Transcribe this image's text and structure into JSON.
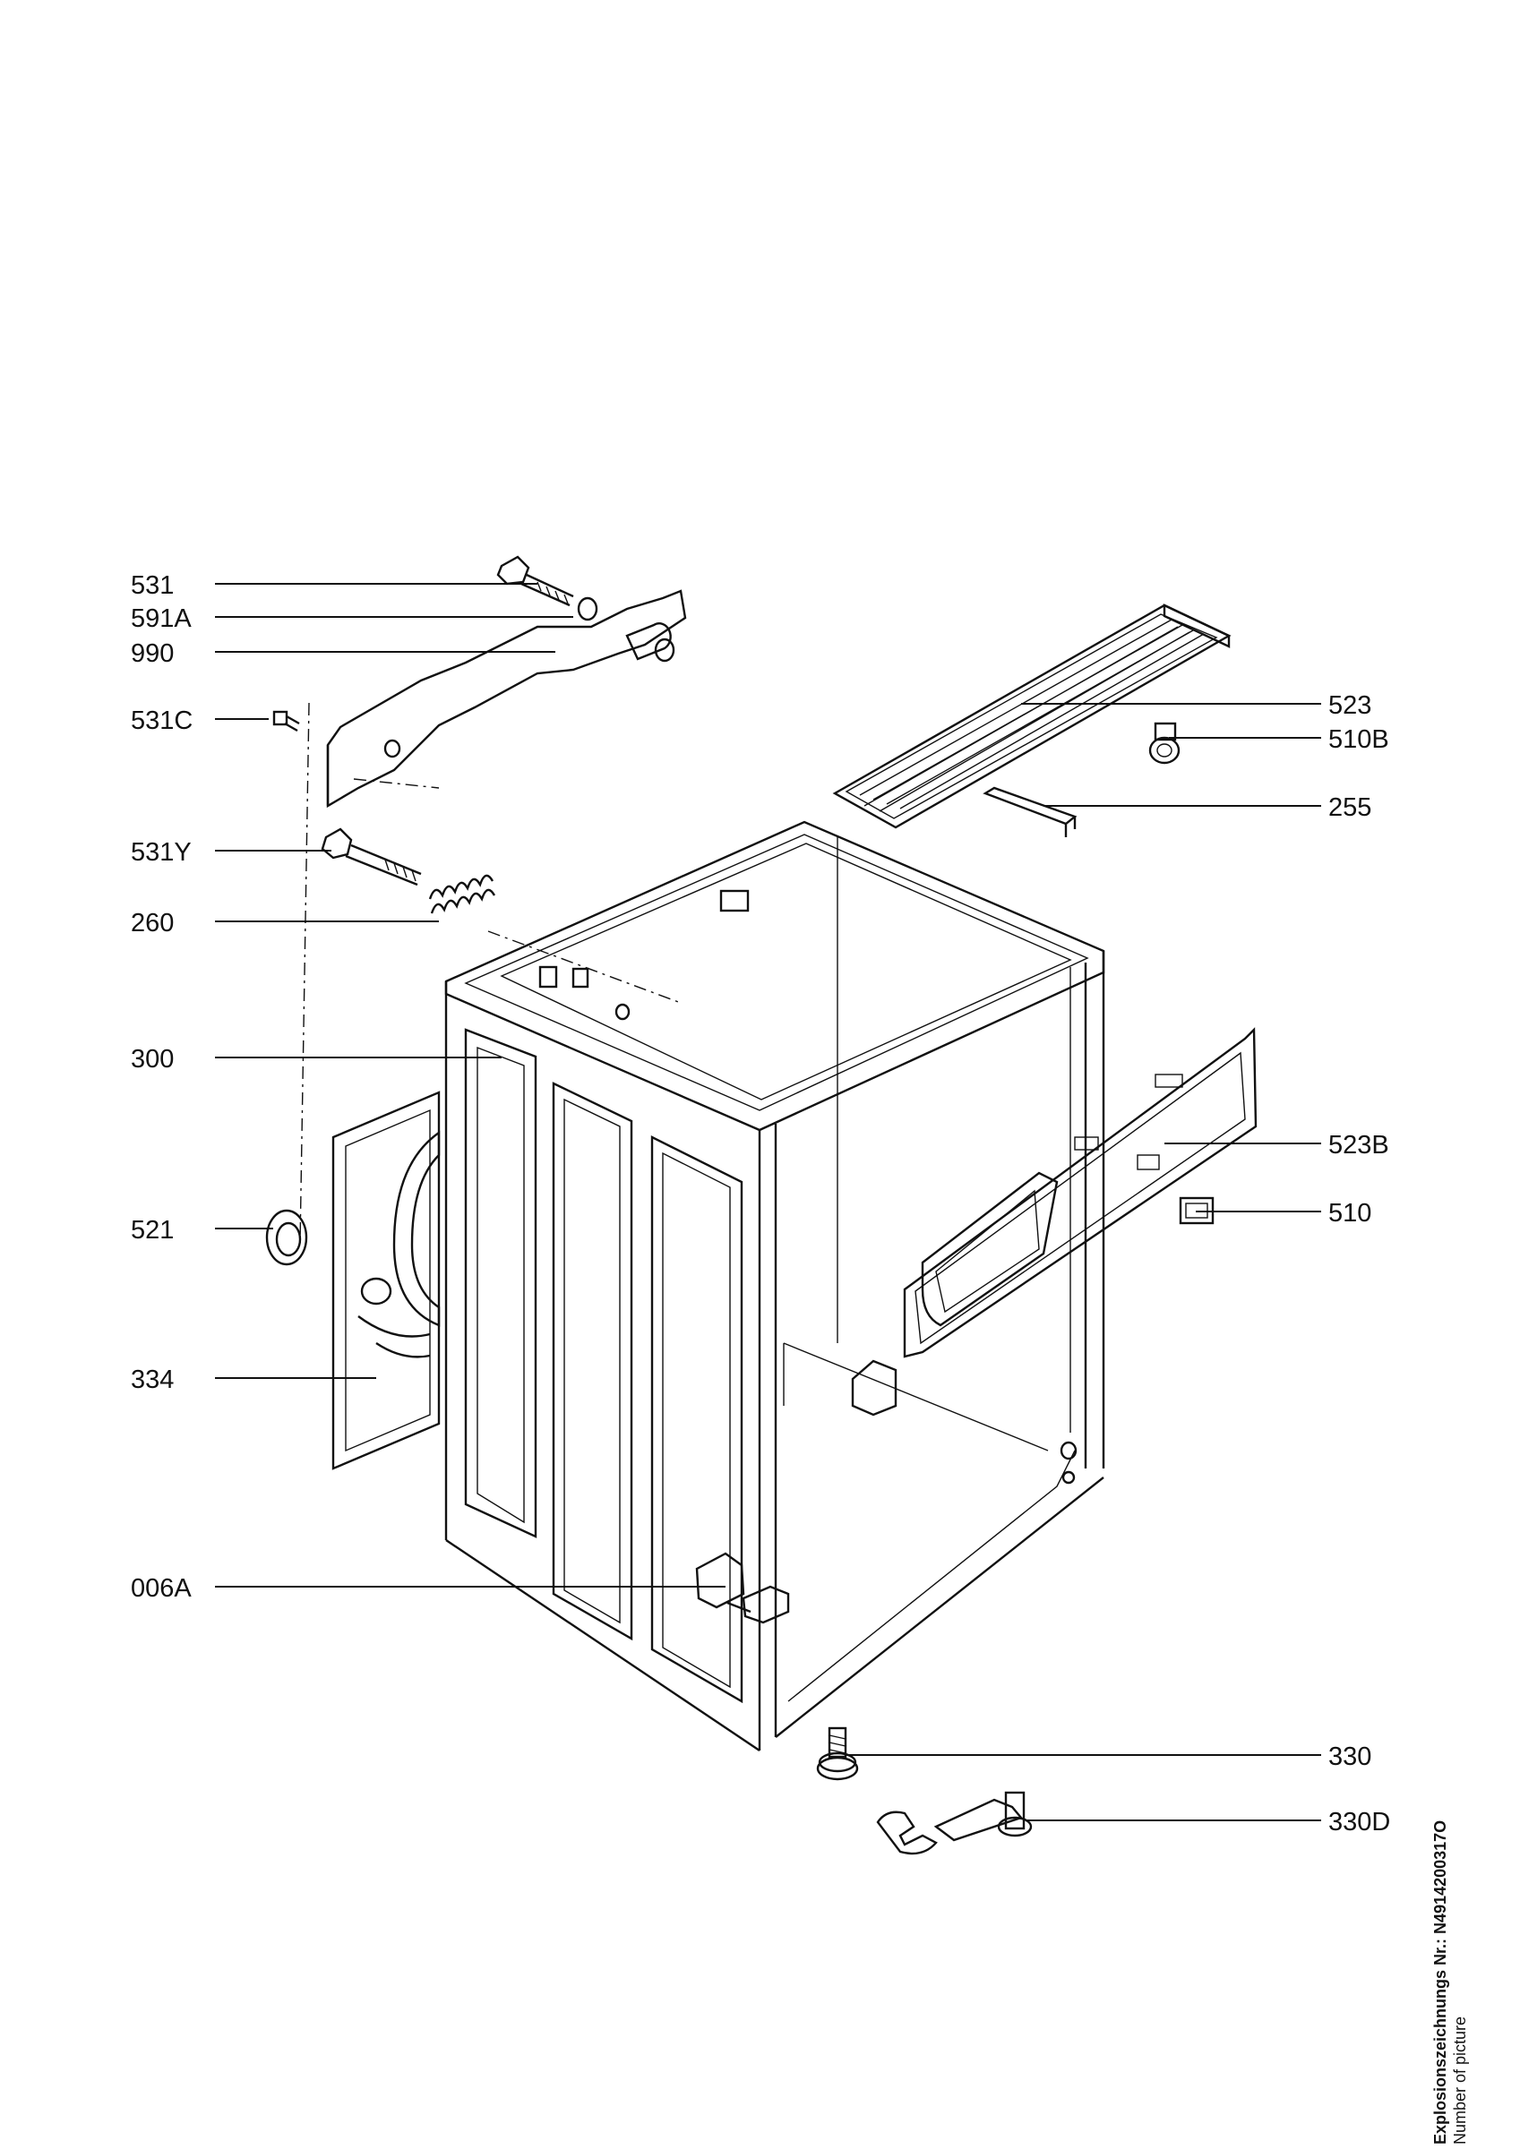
{
  "parts_left": [
    {
      "id": "531"
    },
    {
      "id": "591A"
    },
    {
      "id": "990"
    },
    {
      "id": "531C"
    },
    {
      "id": "531Y"
    },
    {
      "id": "260"
    },
    {
      "id": "300"
    },
    {
      "id": "521"
    },
    {
      "id": "334"
    },
    {
      "id": "006A"
    }
  ],
  "parts_right": [
    {
      "id": "523"
    },
    {
      "id": "510B"
    },
    {
      "id": "255"
    },
    {
      "id": "523B"
    },
    {
      "id": "510"
    },
    {
      "id": "330"
    },
    {
      "id": "330D"
    }
  ],
  "caption": {
    "title": "Explosionszeichnungs Nr.: N4914200317O",
    "subtitle": "Number of picture"
  },
  "colors": {
    "ink": "#111111",
    "paper": "#ffffff",
    "stipple": "#9a9a9a"
  }
}
